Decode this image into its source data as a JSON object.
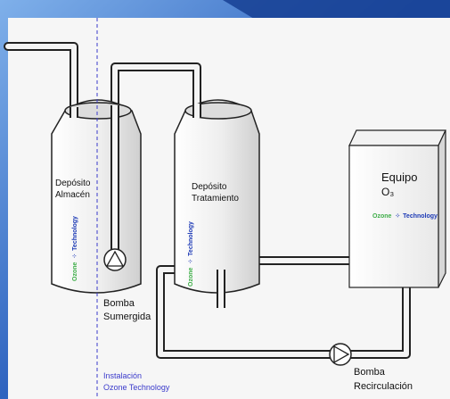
{
  "tanks": {
    "storage": {
      "line1": "Depósito",
      "line2": "Almacén"
    },
    "treatment": {
      "line1": "Depósito",
      "line2": "Tratamiento"
    }
  },
  "equipment": {
    "line1": "Equipo",
    "line2": "O₃"
  },
  "brand": {
    "word1": "Ozone",
    "word2": "Technology"
  },
  "pumps": {
    "submerged": {
      "line1": "Bomba",
      "line2": "Sumergida"
    },
    "recirculation": {
      "line1": "Bomba",
      "line2": "Recirculación"
    }
  },
  "installation_note": {
    "line1": "Instalación",
    "line2": "Ozone Technology"
  },
  "colors": {
    "background": "#3a6fc9",
    "panel": "#f6f6f6",
    "outline": "#222222",
    "tank_fill": "#efefef",
    "pipe_fill": "#f4f4f4",
    "divider": "#3a3acb",
    "brand_green": "#3fae49",
    "brand_blue": "#1c39b5"
  }
}
